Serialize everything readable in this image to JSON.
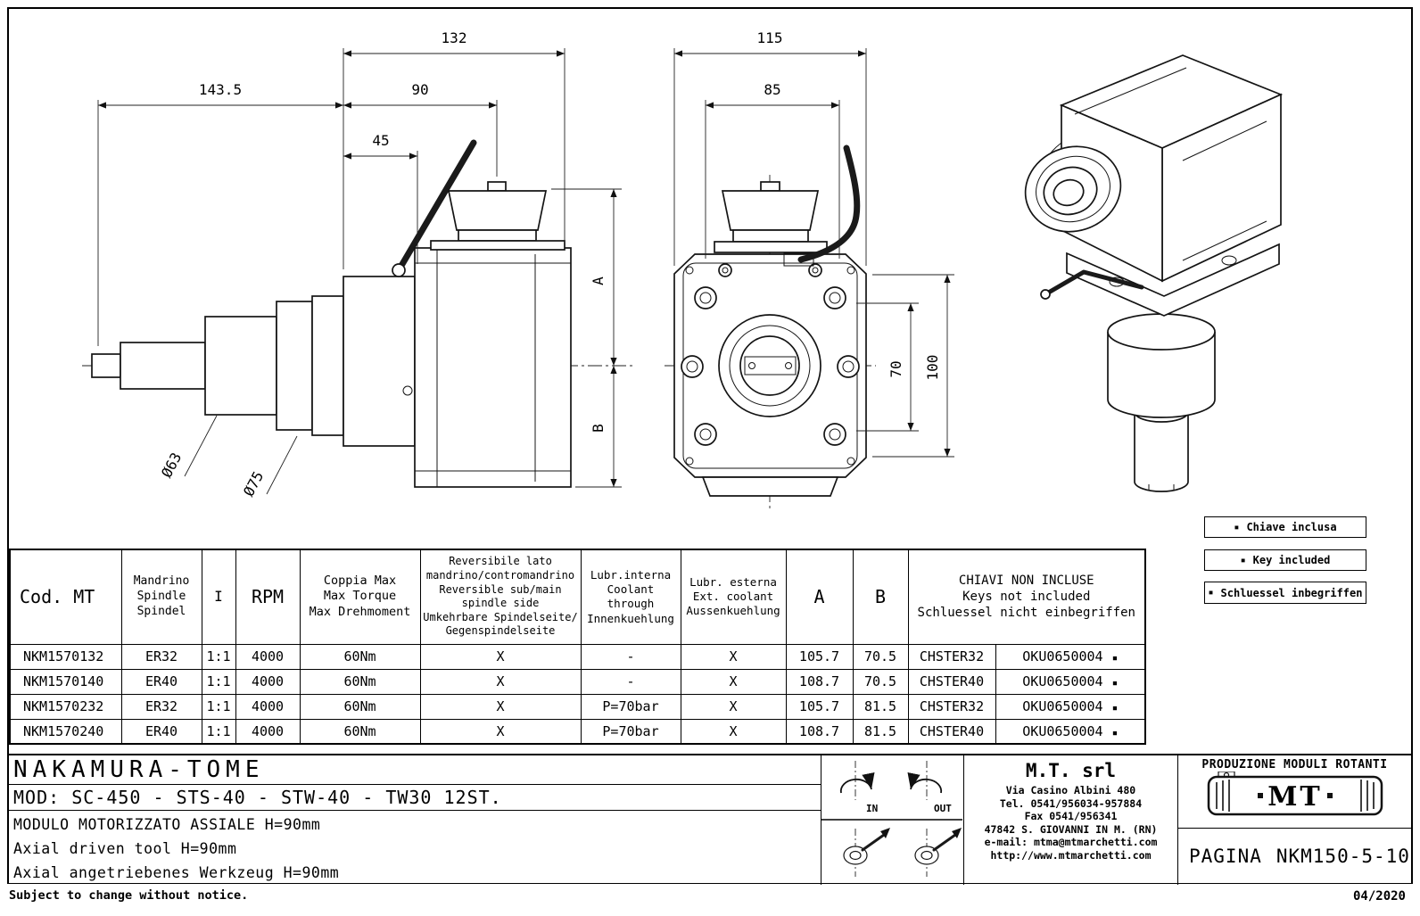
{
  "frame": {
    "footer_left": "Subject to change without notice.",
    "footer_right": "04/2020"
  },
  "drawings": {
    "side": {
      "dim_143_5": "143.5",
      "dim_132": "132",
      "dim_90": "90",
      "dim_45": "45",
      "dim_A": "A",
      "dim_B": "B",
      "dia_63": "Ø63",
      "dia_75": "Ø75"
    },
    "front": {
      "dim_115": "115",
      "dim_85": "85",
      "dim_70": "70",
      "dim_100": "100"
    }
  },
  "legend": {
    "bullet": "▪",
    "items": [
      "Chiave inclusa",
      "Key included",
      "Schluessel inbegriffen"
    ]
  },
  "table": {
    "headers": {
      "cod": "Cod. MT",
      "spindle": "Mandrino\nSpindle\nSpindel",
      "ratio": "I",
      "rpm": "RPM",
      "torque": "Coppia Max\nMax Torque\nMax Drehmoment",
      "reversible": "Reversibile lato\nmandrino/contromandrino\nReversible sub/main\nspindle side\nUmkehrbare Spindelseite/\nGegenspindelseite",
      "coolant_internal": "Lubr.interna\nCoolant through\nInnenkuehlung",
      "coolant_external": "Lubr. esterna\nExt. coolant\nAussenkuehlung",
      "a": "A",
      "b": "B",
      "keys": "CHIAVI NON INCLUSE\nKeys not included\nSchluessel nicht einbegriffen"
    },
    "rows": [
      {
        "cod": "NKM1570132",
        "spindle": "ER32",
        "ratio": "1:1",
        "rpm": "4000",
        "torque": "60Nm",
        "reversible": "X",
        "coolant_internal": "-",
        "coolant_external": "X",
        "a": "105.7",
        "b": "70.5",
        "key_code": "CHSTER32",
        "key_order": "OKU0650004",
        "key_bullet": "▪"
      },
      {
        "cod": "NKM1570140",
        "spindle": "ER40",
        "ratio": "1:1",
        "rpm": "4000",
        "torque": "60Nm",
        "reversible": "X",
        "coolant_internal": "-",
        "coolant_external": "X",
        "a": "108.7",
        "b": "70.5",
        "key_code": "CHSTER40",
        "key_order": "OKU0650004",
        "key_bullet": "▪"
      },
      {
        "cod": "NKM1570232",
        "spindle": "ER32",
        "ratio": "1:1",
        "rpm": "4000",
        "torque": "60Nm",
        "reversible": "X",
        "coolant_internal": "P=70bar",
        "coolant_external": "X",
        "a": "105.7",
        "b": "81.5",
        "key_code": "CHSTER32",
        "key_order": "OKU0650004",
        "key_bullet": "▪"
      },
      {
        "cod": "NKM1570240",
        "spindle": "ER40",
        "ratio": "1:1",
        "rpm": "4000",
        "torque": "60Nm",
        "reversible": "X",
        "coolant_internal": "P=70bar",
        "coolant_external": "X",
        "a": "108.7",
        "b": "81.5",
        "key_code": "CHSTER40",
        "key_order": "OKU0650004",
        "key_bullet": "▪"
      }
    ]
  },
  "title_block": {
    "customer": "NAKAMURA-TOME",
    "models": "MOD: SC-450 - STS-40 - STW-40 - TW30 12ST.",
    "description_it": "MODULO MOTORIZZATO ASSIALE H=90mm",
    "description_en": "Axial driven tool H=90mm",
    "description_de": "Axial angetriebenes Werkzeug H=90mm",
    "rotation": {
      "in_label": "IN",
      "out_label": "OUT"
    },
    "company": {
      "name": "M.T. srl",
      "address": "Via Casino Albini 480",
      "phone": "Tel. 0541/956034-957884",
      "fax": "Fax 0541/956341",
      "city": "47842 S. GIOVANNI IN M. (RN)",
      "email": "e-mail: mtma@mtmarchetti.com",
      "website": "http://www.mtmarchetti.com"
    },
    "production_label": "PRODUZIONE MODULI ROTANTI",
    "logo_text": "MT",
    "page_label": "PAGINA",
    "page_number": "NKM150-5-10"
  }
}
